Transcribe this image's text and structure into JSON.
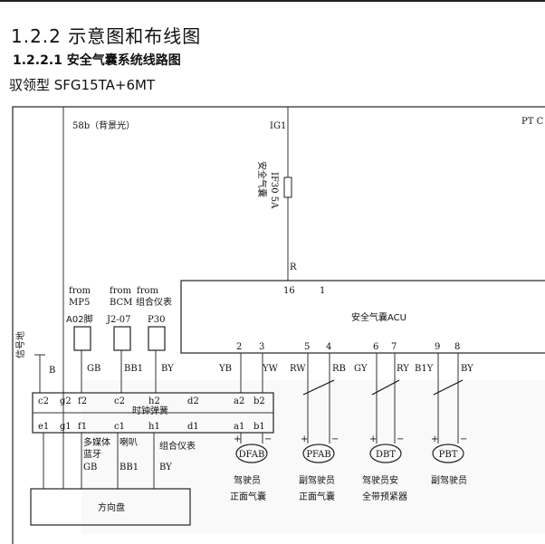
{
  "header": {
    "section": "1.2.2 示意图和布线图",
    "subsection": "1.2.2.1 安全气囊系统线路图",
    "model": "驭领型 SFG15TA+6MT"
  },
  "diagram": {
    "top_labels": {
      "backlight": "58b（背景光）",
      "ig1": "IG1",
      "ptc": "PT C"
    },
    "fuse": {
      "name": "安全气囊",
      "rating": "IF30 5A"
    },
    "wire_r": "R",
    "acu": {
      "label": "安全气囊ACU",
      "pin16": "16",
      "pin1": "1"
    },
    "from_labels": [
      "from",
      "MP5",
      "from",
      "BCM",
      "from",
      "组合仪表"
    ],
    "connectors": [
      "A02脚",
      "J2-07",
      "P30"
    ],
    "left_vertical": "信号地",
    "wire_colors_top": [
      "B",
      "GB",
      "BB1",
      "BY"
    ],
    "acu_pins": [
      "2",
      "3",
      "5",
      "4",
      "6",
      "7",
      "9",
      "8"
    ],
    "acu_wire_colors": [
      "YB",
      "YW",
      "RW",
      "RB",
      "GY",
      "RY",
      "B1Y",
      "BY"
    ],
    "clock_spring": {
      "label": "时钟弹簧",
      "top_pins": [
        "c2",
        "g2",
        "f2",
        "c2",
        "h2",
        "d2",
        "a2",
        "b2"
      ],
      "bottom_pins": [
        "e1",
        "g1",
        "f1",
        "c1",
        "h1",
        "d1",
        "a1",
        "b1"
      ]
    },
    "lower_labels": [
      "多媒体",
      "蓝牙",
      "喇叭",
      "组合仪表"
    ],
    "lower_wire_colors": [
      "GB",
      "BB1",
      "BY"
    ],
    "steering_wheel": "方向盘",
    "airbags": [
      {
        "code": "DFAB",
        "desc1": "驾驶员",
        "desc2": "正面气囊"
      },
      {
        "code": "PFAB",
        "desc1": "副驾驶员",
        "desc2": "正面气囊"
      },
      {
        "code": "DBT",
        "desc1": "驾驶员安",
        "desc2": "全带预紧器"
      },
      {
        "code": "PBT",
        "desc1": "副驾驶员",
        "desc2": ""
      }
    ],
    "plus": "+",
    "minus": "−"
  }
}
